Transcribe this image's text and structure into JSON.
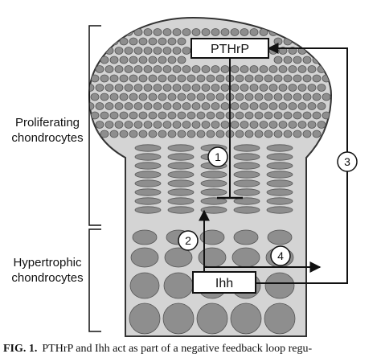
{
  "labels": {
    "proliferating_line1": "Proliferating",
    "proliferating_line2": "chondrocytes",
    "hypertrophic_line1": "Hypertrophic",
    "hypertrophic_line2": "chondrocytes"
  },
  "boxes": {
    "pthrp": "PTHrP",
    "ihh": "Ihh"
  },
  "steps": [
    "1",
    "2",
    "3",
    "4"
  ],
  "caption": {
    "figure": "FIG. 1.",
    "text": "PTHrP and Ihh act as part of a negative feedback loop regu-"
  },
  "colors": {
    "background": "#ffffff",
    "column_fill": "#d4d4d4",
    "cell_fill": "#8e8e8e",
    "cell_stroke": "#555555",
    "line": "#111111"
  }
}
